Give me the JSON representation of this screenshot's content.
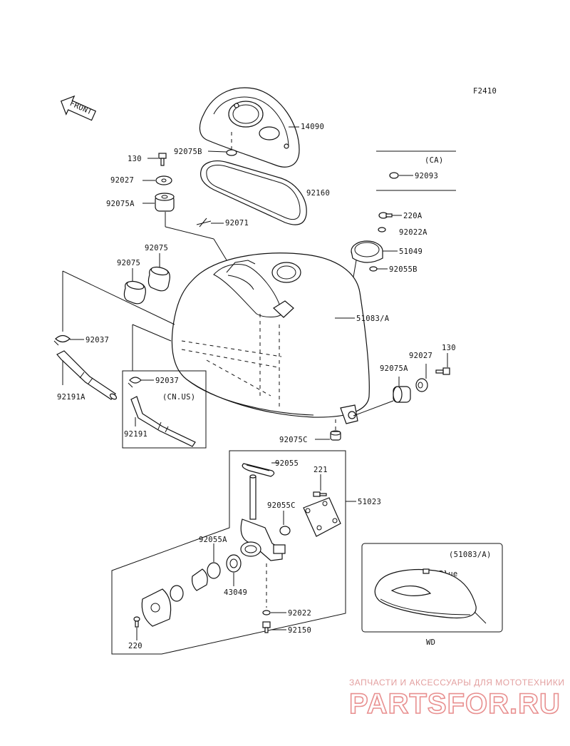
{
  "figure_code": "F2410",
  "front_label": "FRONT",
  "labels": {
    "p14090": "14090",
    "p92075B": "92075B",
    "p130_top": "130",
    "p92027_top": "92027",
    "p92160": "92160",
    "p92075A_top": "92075A",
    "p92071": "92071",
    "p92075_a": "92075",
    "p92075_b": "92075",
    "p220A": "220A",
    "p92022A": "92022A",
    "p51049": "51049",
    "p92055B": "92055B",
    "p51083A": "51083/A",
    "p92037_a": "92037",
    "p92191A": "92191A",
    "p92037_b": "92037",
    "p92191": "92191",
    "p92027_right": "92027",
    "p130_right": "130",
    "p92075A_right": "92075A",
    "p92075C": "92075C",
    "p92055": "92055",
    "p221": "221",
    "p51023": "51023",
    "p92055C": "92055C",
    "p92055A": "92055A",
    "p43049": "43049",
    "p92022": "92022",
    "p92150": "92150",
    "p220": "220",
    "p92093": "92093"
  },
  "notes": {
    "ca": "(CA)",
    "cn_us": "(CN.US)",
    "variant_ref": "(51083/A)",
    "color": "Blue",
    "wd": "WD"
  },
  "watermark": {
    "line1": "ЗАПЧАСТИ И АКСЕССУАРЫ ДЛЯ МОТОТЕХНИКИ",
    "line2": "PARTSFOR.RU"
  }
}
